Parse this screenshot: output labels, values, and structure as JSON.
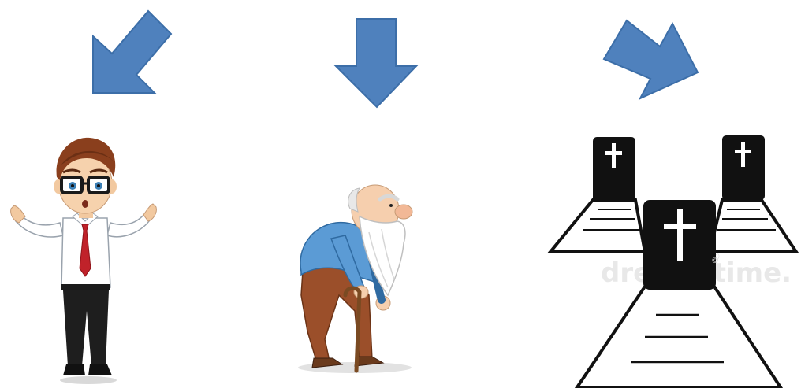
{
  "arrows": [
    {
      "name": "arrow-down-left",
      "color": "#4f81bd",
      "stroke": "#3c6ea8"
    },
    {
      "name": "arrow-down",
      "color": "#4f81bd",
      "stroke": "#3c6ea8"
    },
    {
      "name": "arrow-down-right",
      "color": "#4f81bd",
      "stroke": "#3c6ea8"
    }
  ],
  "figures": {
    "young_man": {
      "icon": "young-man-shrugging",
      "shirt": "#ffffff",
      "tie": "#c0222a",
      "hair": "#8a3f1d",
      "pants": "#1e1e1e"
    },
    "old_man": {
      "icon": "old-man-with-cane",
      "shirt": "#5b9bd5",
      "pants": "#9b4f2a",
      "beard": "#ffffff"
    },
    "graves": {
      "icon": "three-graves-with-crosses",
      "stone": "#111111"
    }
  },
  "watermark": {
    "text": "dreamstime.",
    "mark": "©"
  }
}
